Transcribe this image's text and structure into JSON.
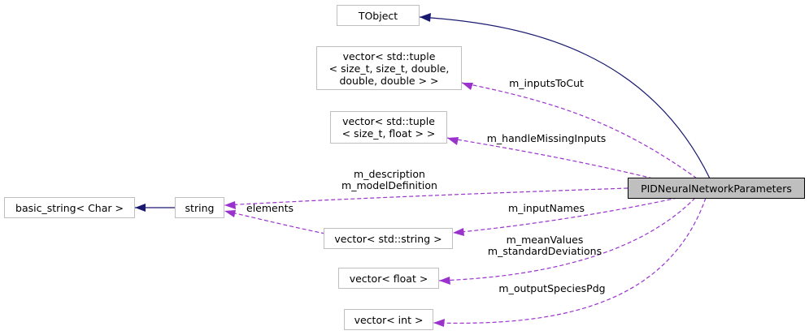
{
  "nodes": {
    "tobject": {
      "lines": [
        "TObject"
      ]
    },
    "tuple5": {
      "lines": [
        "vector< std::tuple",
        "< size_t, size_t, double,",
        "double, double > >"
      ]
    },
    "tuple2": {
      "lines": [
        "vector< std::tuple",
        "< size_t, float > >"
      ]
    },
    "main": {
      "lines": [
        "PIDNeuralNetworkParameters"
      ]
    },
    "basic_string": {
      "lines": [
        "basic_string< Char >"
      ]
    },
    "string": {
      "lines": [
        "string"
      ]
    },
    "vec_string": {
      "lines": [
        "vector< std::string >"
      ]
    },
    "vec_float": {
      "lines": [
        "vector< float >"
      ]
    },
    "vec_int": {
      "lines": [
        "vector< int >"
      ]
    }
  },
  "edge_labels": {
    "inputs_to_cut": [
      "m_inputsToCut"
    ],
    "handle_missing": [
      "m_handleMissingInputs"
    ],
    "description": [
      "m_description",
      "m_modelDefinition"
    ],
    "elements": [
      "elements"
    ],
    "input_names": [
      "m_inputNames"
    ],
    "mean_values": [
      "m_meanValues",
      "m_standardDeviations"
    ],
    "output_species": [
      "m_outputSpeciesPdg"
    ]
  },
  "colors": {
    "inheritance": "#191970",
    "usage": "#9a32cd",
    "node_border": "#bfbfbf",
    "main_fill": "#bfbfbf"
  }
}
